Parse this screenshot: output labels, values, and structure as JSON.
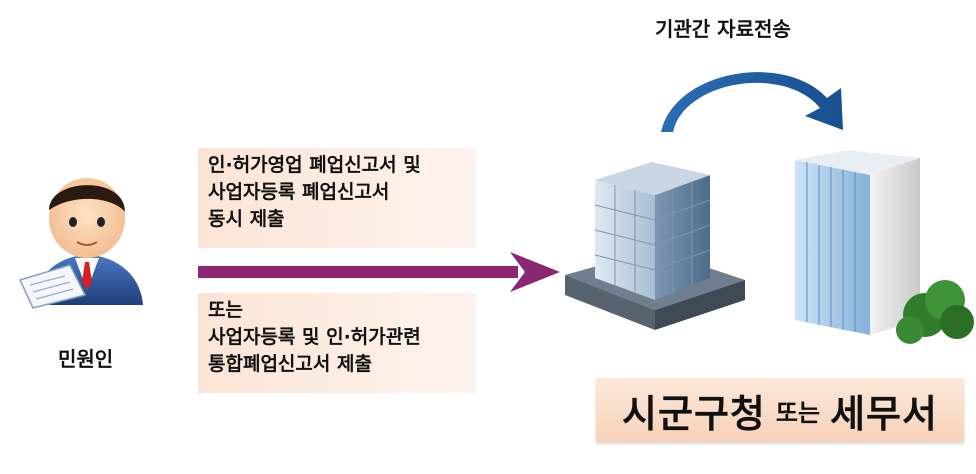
{
  "transfer_label": "기관간 자료전송",
  "applicant_label": "민원인",
  "box_top": {
    "lines": [
      "인·허가영업 폐업신고서 및",
      "사업자등록 폐업신고서",
      "동시 제출"
    ]
  },
  "box_bottom": {
    "lines": [
      "또는",
      "사업자등록 및 인·허가관련",
      "통합폐업신고서 제출"
    ]
  },
  "office_label": {
    "part1": "시군구청",
    "connector": "또는",
    "part2": "세무서"
  },
  "icons": [
    "person-icon",
    "arrow-right-icon",
    "curved-arrow-icon",
    "office-building-icon",
    "tax-office-building-icon"
  ],
  "colors": {
    "arrow": "#8b2670",
    "curve": "#1f5fa8",
    "note_bg": "#fbe4d6"
  }
}
